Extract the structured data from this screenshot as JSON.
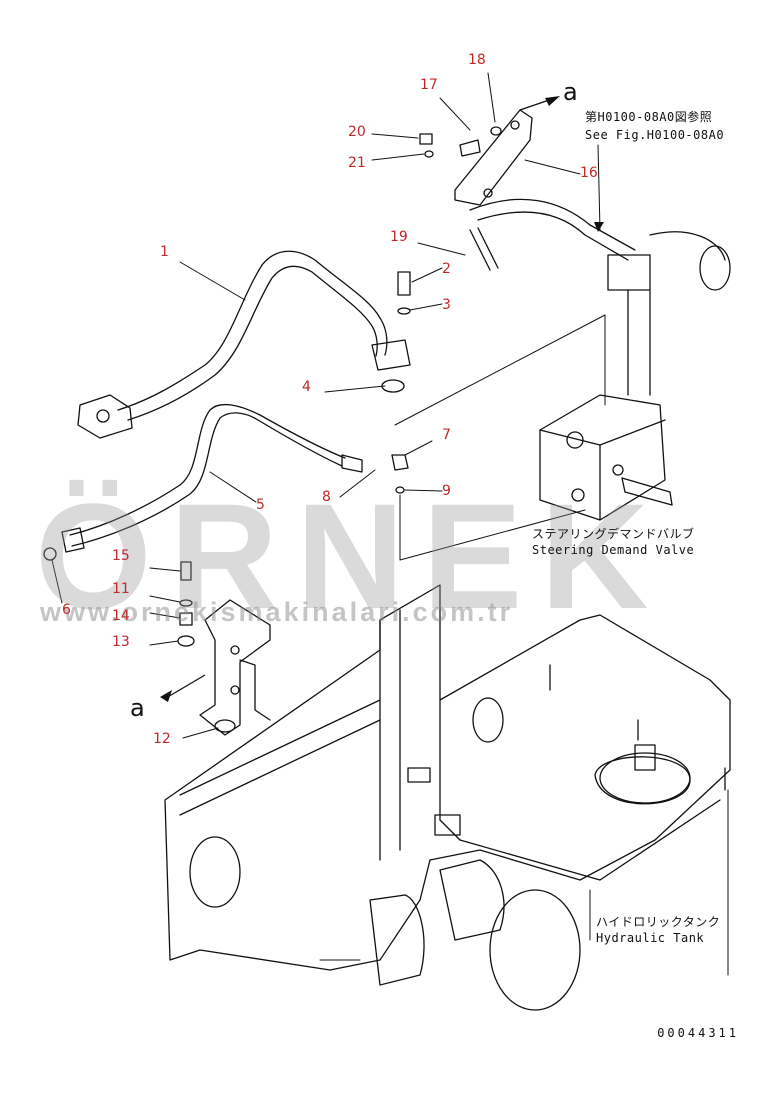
{
  "watermark": {
    "brand": "ÖRNEK",
    "url": "www.ornekismakinalari.com.tr"
  },
  "references": {
    "arrow_a_top": "a",
    "arrow_a_left": "a",
    "see_fig_jp": "第H0100-08A0図参照",
    "see_fig_en": "See Fig.H0100-08A0"
  },
  "notes": {
    "steering_valve_jp": "ステアリングデマンドバルブ",
    "steering_valve_en": "Steering Demand Valve",
    "hydraulic_tank_jp": "ハイドロリックタンク",
    "hydraulic_tank_en": "Hydraulic Tank"
  },
  "callouts": {
    "n1": "1",
    "n2": "2",
    "n3": "3",
    "n4": "4",
    "n5": "5",
    "n6": "6",
    "n7": "7",
    "n8": "8",
    "n9": "9",
    "n11": "11",
    "n12": "12",
    "n13": "13",
    "n14": "14",
    "n15": "15",
    "n16": "16",
    "n17": "17",
    "n18": "18",
    "n19": "19",
    "n20": "20",
    "n21": "21"
  },
  "document_number": "00044311"
}
